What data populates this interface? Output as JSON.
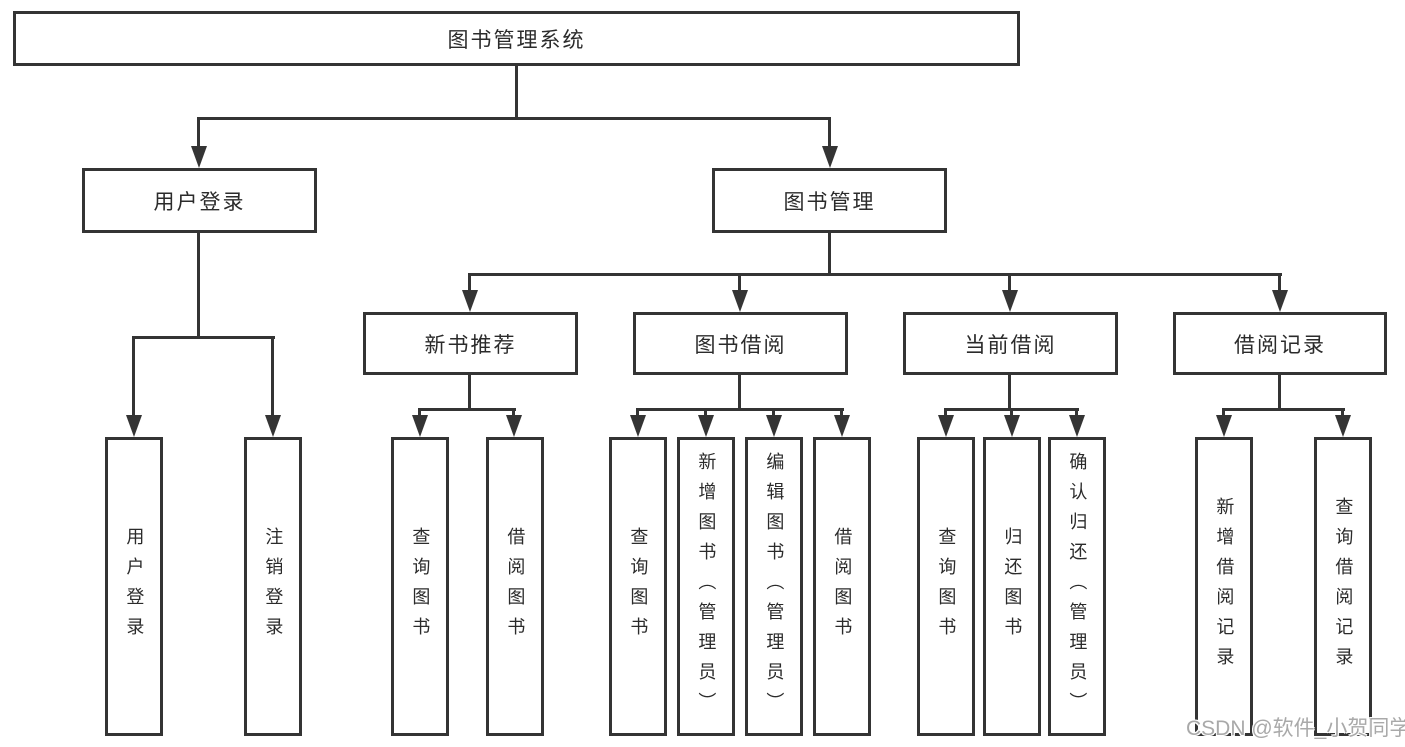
{
  "nodes": {
    "root": {
      "label": "图书管理系统"
    },
    "level2": [
      {
        "label": "用户登录"
      },
      {
        "label": "图书管理"
      }
    ],
    "level3": [
      {
        "label": "新书推荐"
      },
      {
        "label": "图书借阅"
      },
      {
        "label": "当前借阅"
      },
      {
        "label": "借阅记录"
      }
    ],
    "leaves": [
      {
        "label": "用户登录"
      },
      {
        "label": "注销登录"
      },
      {
        "label": "查询图书"
      },
      {
        "label": "借阅图书"
      },
      {
        "label": "查询图书"
      },
      {
        "label": "新增图书（管理员）"
      },
      {
        "label": "编辑图书（管理员）"
      },
      {
        "label": "借阅图书"
      },
      {
        "label": "查询图书"
      },
      {
        "label": "归还图书"
      },
      {
        "label": "确认归还（管理员）"
      },
      {
        "label": "新增借阅记录"
      },
      {
        "label": "查询借阅记录"
      }
    ]
  },
  "watermark": {
    "text": "CSDN @软件_小贺同学"
  },
  "colors": {
    "line": "#343434",
    "text": "#2b2b2b",
    "background": "#ffffff",
    "watermark": "#a9a9a9"
  }
}
